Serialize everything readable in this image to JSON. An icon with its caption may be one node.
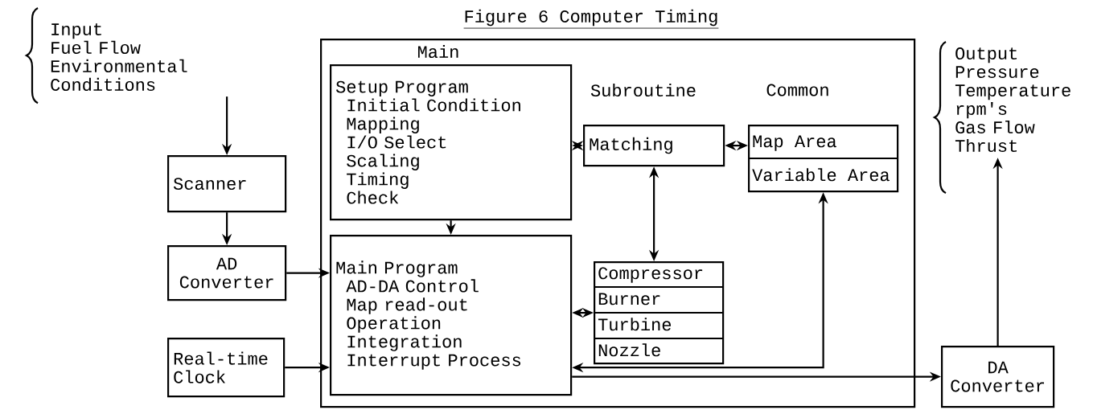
{
  "diagram": {
    "title": "Figure 6  Computer Timing",
    "nodes": [
      {
        "text": [
          "Input",
          "Fuel Flow",
          "Environmental Conditions"
        ]
      },
      {
        "text": [
          "Scanner"
        ]
      },
      {
        "text": [
          "AD Converter"
        ]
      },
      {
        "text": [
          "Real-time Clock"
        ]
      },
      {
        "text": [],
        "shape": "box"
      },
      {
        "text": [
          "Setup Program",
          "Initial Condition",
          "Mapping",
          "I/O Select",
          "Scaling",
          "Timing",
          "Check"
        ],
        "in": 4
      },
      {
        "text": [
          "Main Program",
          "AD-DA Control",
          "Map read-out",
          "Operation",
          "Integration",
          "Interrupt Process"
        ],
        "in": 4
      },
      {
        "text": [
          "Matching"
        ],
        "in": 4
      },
      {
        "text": [
          "Map Area",
          "Variable Area"
        ],
        "in": 4
      },
      {
        "text": [
          "Compressor",
          "Burner",
          "Turbine",
          "Nozzle"
        ],
        "in": 4
      },
      {
        "text": [
          "DA Converter"
        ]
      },
      {
        "text": [
          "Output",
          "Pressure",
          "Temperature",
          "rpm's",
          "Gas Flow",
          "Thrust"
        ]
      }
    ],
    "edges": [
      {
        "from": 0,
        "to": 1,
        "arrow": "to"
      },
      {
        "from": 1,
        "to": 2,
        "arrow": "to"
      },
      {
        "from": 2,
        "to": 6,
        "arrow": "to"
      },
      {
        "from": 3,
        "to": 6,
        "arrow": "to"
      },
      {
        "from": 5,
        "to": 6,
        "arrow": "to"
      },
      {
        "from": 5,
        "to": 7,
        "arrow": "both"
      },
      {
        "from": 7,
        "to": 8,
        "arrow": "both"
      },
      {
        "from": 7,
        "to": 9,
        "arrow": "both"
      },
      {
        "from": 6,
        "to": 9,
        "arrow": "both"
      },
      {
        "from": 6,
        "to": 8,
        "arrow": "both"
      },
      {
        "from": 6,
        "to": 10,
        "arrow": "to"
      },
      {
        "from": 10,
        "to": 11,
        "arrow": "to"
      }
    ],
    "labels": [
      "Main",
      "Subroutine",
      "Common"
    ]
  }
}
